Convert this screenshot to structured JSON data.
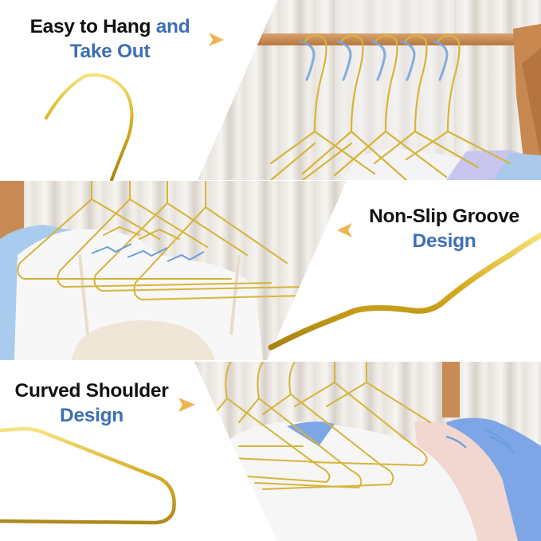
{
  "sections": [
    {
      "id": "easy-hang",
      "caption": {
        "line1_dark": "Easy to Hang ",
        "line1_blue": "and",
        "line2_blue": "Take Out"
      },
      "arrow_direction": "right",
      "photo_description": "Five gold metal hangers with blue curved arrows hanging on a wooden rod in front of sheer curtains"
    },
    {
      "id": "non-slip",
      "caption": {
        "line1_dark": "Non-Slip Groove",
        "line2_blue": "Design"
      },
      "arrow_direction": "left",
      "photo_description": "Gold hangers holding white, blue tees and a beige camisole, with notched groove close-up"
    },
    {
      "id": "curved-shoulder",
      "caption": {
        "line1_dark": "Curved Shoulder",
        "line2_blue": "Design"
      },
      "arrow_direction": "right",
      "photo_description": "Gold hangers holding white, pink and blue t-shirts; close-up of curved hanger end"
    }
  ],
  "colors": {
    "text_dark": "#111111",
    "text_blue": "#3f6fb3",
    "arrow_gold": "#eeb450",
    "hanger_gold": "#d9b93a",
    "rod_wood": "#c98b55"
  }
}
